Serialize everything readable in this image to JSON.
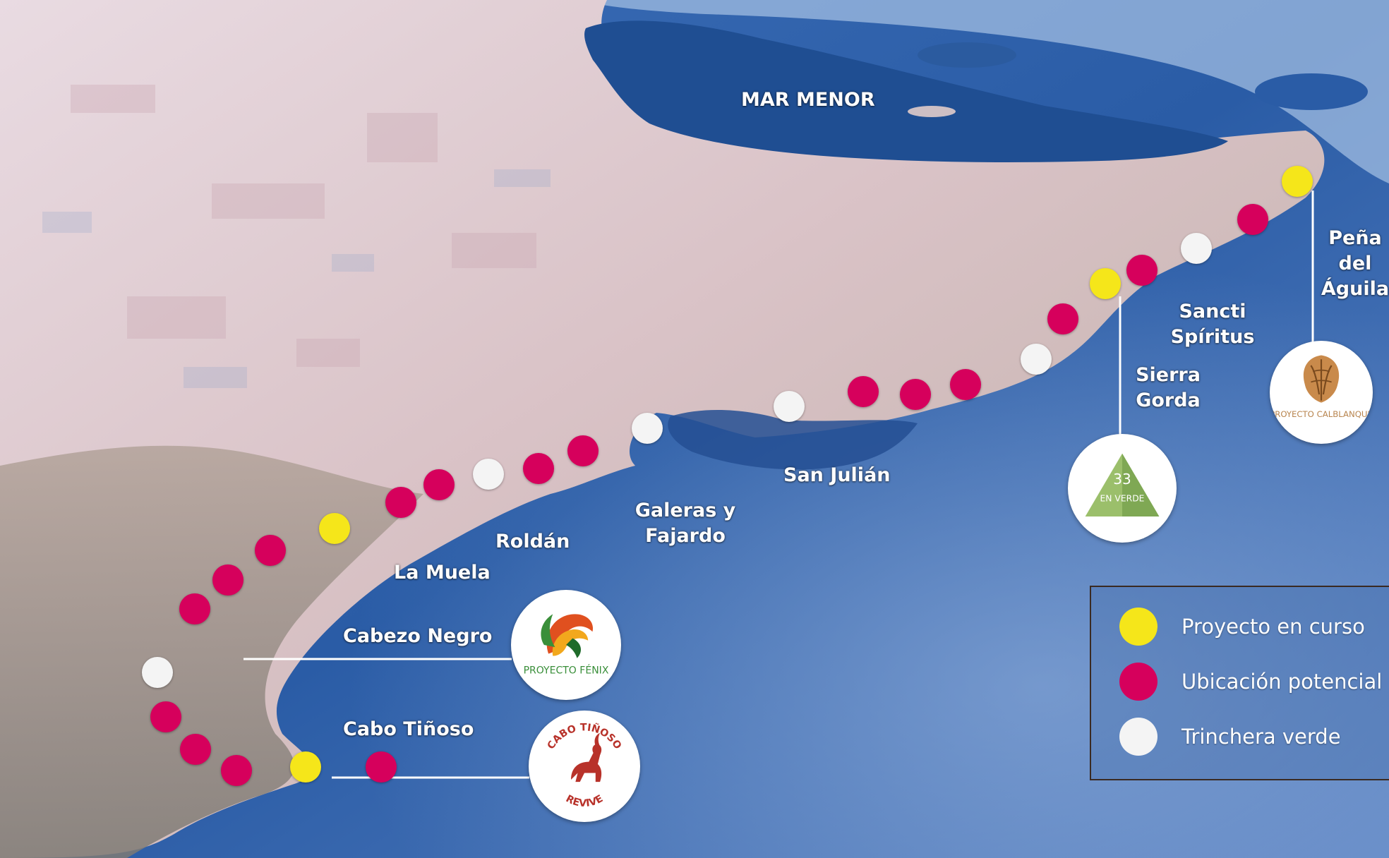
{
  "colors": {
    "proyecto_en_curso": "#f5e61a",
    "ubicacion_potencial": "#d6005c",
    "trinchera_verde": "#f4f4f4"
  },
  "places": {
    "mar_menor": "MAR MENOR",
    "pena_aguila": "Peña del\nÁguila",
    "sancti_spiritus": "Sancti\nSpíritus",
    "sierra_gorda": "Sierra\nGorda",
    "san_julian": "San Julián",
    "galeras_fajardo": "Galeras y\nFajardo",
    "roldan": "Roldán",
    "la_muela": "La Muela",
    "cabezo_negro": "Cabezo Negro",
    "cabo_tinoso": "Cabo Tiñoso"
  },
  "logos": {
    "calblanque": {
      "icon": "tortoise-palm-icon",
      "text": "PROYECTO CALBLANQUE"
    },
    "en_verde": {
      "icon": "green-triangle-icon",
      "number": "33",
      "text": "EN VERDE"
    },
    "fenix": {
      "icon": "phoenix-icon",
      "text": "PROYECTO FÉNIX"
    },
    "cabo_tinoso_revive": {
      "icon": "goat-icon",
      "text_top": "CABO TIÑOSO",
      "text_bottom": "REVIVE"
    }
  },
  "legend": {
    "items": [
      {
        "label": "Proyecto en curso",
        "color": "#f5e61a"
      },
      {
        "label": "Ubicación potencial",
        "color": "#d6005c"
      },
      {
        "label": "Trinchera verde",
        "color": "#f4f4f4"
      }
    ]
  }
}
